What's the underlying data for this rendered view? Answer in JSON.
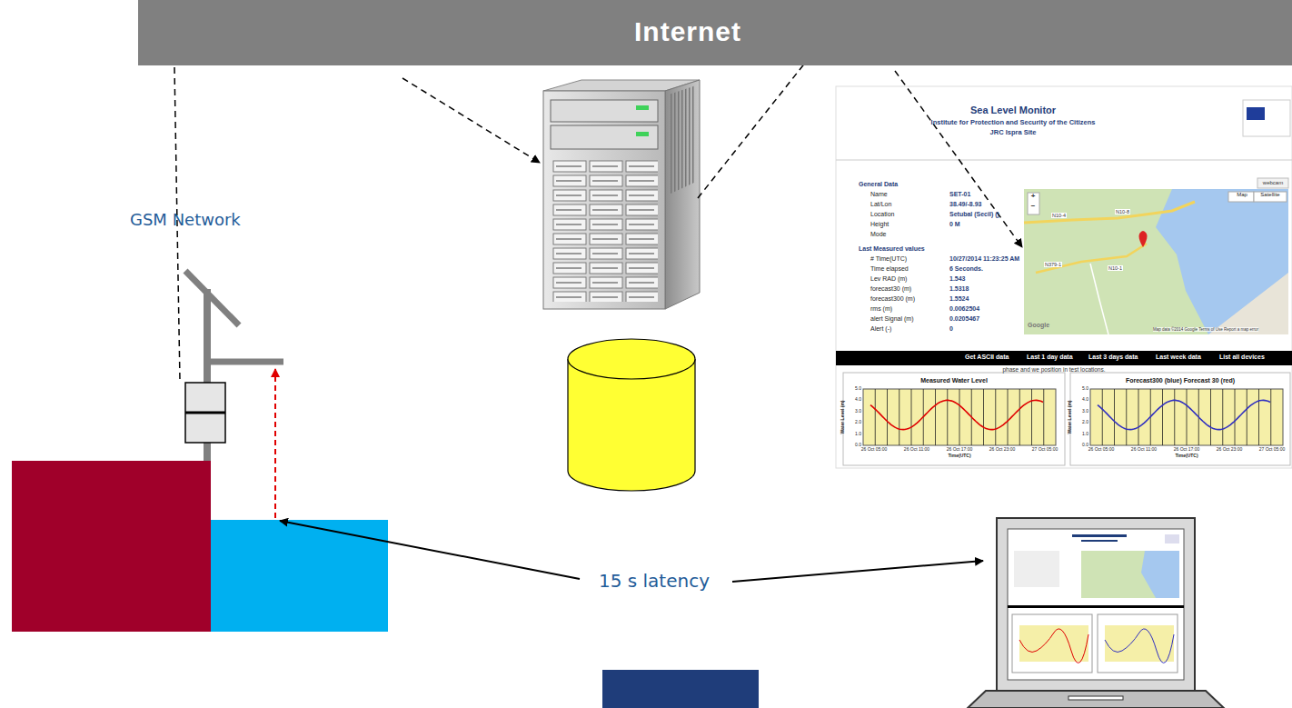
{
  "diagram": {
    "nodes": [
      {
        "text": [
          "Internet"
        ]
      },
      {
        "text": [
          "Sea Level Monitor",
          "Institute for Protection and Security of the Citizens",
          "JRC Ispra Site"
        ]
      },
      {
        "text": [
          "Map",
          "Satellite",
          "+",
          "−",
          "N10-4",
          "N10-8",
          "N379-1",
          "N10-1",
          "Google",
          "Map data ©2014 Google Terms of Use Report a map error"
        ],
        "in": 1
      }
    ],
    "edges": [
      {
        "from": 0,
        "to": 2,
        "arrow": "to"
      }
    ],
    "labels": [
      "GSM Network",
      "15 s latency",
      "General Data",
      "Name",
      "SET-01",
      "Lat/Lon",
      "38.49/-8.93",
      "Location",
      "Setubal (Secil) ()",
      "Height",
      "0 M",
      "Mode",
      "Last Measured values",
      "# Time(UTC)",
      "10/27/2014 11:23:25 AM",
      "Time elapsed",
      "6 Seconds.",
      "Lev RAD (m)",
      "1.543",
      "forecast30 (m)",
      "1.5318",
      "forecast300 (m)",
      "1.5524",
      "rms (m)",
      "0.0062504",
      "alert Signal (m)",
      "0.0205467",
      "Alert (-)",
      "0",
      "webcam",
      "Get ASCII data",
      "Last 1 day data",
      "Last 3 days data",
      "Last week data",
      "List all devices",
      "phase and we position in test locations.",
      "Measured Water Level",
      "Forecast300 (blue) Forecast 30 (red)",
      "Water Level (m)",
      "5.0",
      "4.0",
      "3.0",
      "2.0",
      "1.0",
      "0.0",
      "26 Oct 05:00",
      "26 Oct 11:00",
      "26 Oct 17:00",
      "26 Oct 23:00",
      "27 Oct 05:00",
      "Time(UTC)",
      "Water Level (m)",
      "5.0",
      "4.0",
      "3.0",
      "2.0",
      "1.0",
      "0.0",
      "26 Oct 05:00",
      "26 Oct 11:00",
      "26 Oct 17:00",
      "26 Oct 23:00",
      "27 Oct 05:00",
      "Time(UTC)"
    ]
  }
}
